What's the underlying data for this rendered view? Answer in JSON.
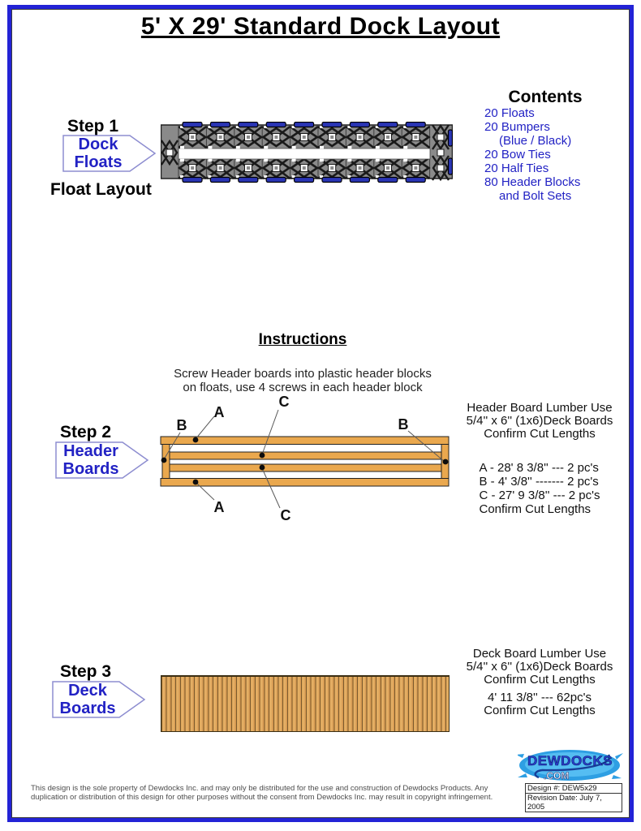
{
  "page": {
    "title": "5' X 29' Standard Dock Layout"
  },
  "contents": {
    "heading": "Contents",
    "items": [
      "20 Floats",
      "20 Bumpers",
      "(Blue / Black)",
      "20 Bow Ties",
      "20 Half Ties",
      "80 Header Blocks",
      "and Bolt Sets"
    ]
  },
  "steps": {
    "step1": {
      "label": "Step 1",
      "tag_line1": "Dock",
      "tag_line2": "Floats",
      "caption": "Float Layout"
    },
    "step2": {
      "label": "Step 2",
      "tag_line1": "Header",
      "tag_line2": "Boards"
    },
    "step3": {
      "label": "Step 3",
      "tag_line1": "Deck",
      "tag_line2": "Boards"
    }
  },
  "instructions": {
    "heading": "Instructions",
    "line1": "Screw Header boards into plastic header blocks",
    "line2": "on floats, use 4 screws in each header block"
  },
  "header_board_notes": {
    "line1": "Header Board Lumber Use",
    "line2": "5/4'' x 6'' (1x6)Deck Boards",
    "line3": "Confirm Cut Lengths",
    "cut_a": "A - 28' 8 3/8'' --- 2 pc's",
    "cut_b": "B - 4' 3/8'' ------- 2 pc's",
    "cut_c": "C - 27' 9 3/8'' --- 2 pc's",
    "confirm": "Confirm Cut Lengths"
  },
  "deck_board_notes": {
    "line1": "Deck Board Lumber Use",
    "line2": "5/4'' x 6'' (1x6)Deck Boards",
    "line3": "Confirm Cut Lengths",
    "cut": "4' 11 3/8'' --- 62pc's",
    "confirm": "Confirm Cut Lengths"
  },
  "diagram_labels": {
    "a": "A",
    "b": "B",
    "c": "C"
  },
  "footer": {
    "legal_line1": "This design is the sole property of Dewdocks Inc. and may only be distributed for the use and construction of Dewdocks Products. Any",
    "legal_line2": "duplication or distribution of this design for other purposes without the consent from Dewdocks Inc. may result in copyright infringement.",
    "logo_text": "DEWDOCKS",
    "logo_sub": ".COM",
    "design_number": "Design #: DEW5x29",
    "revision_date": "Revision Date: July 7, 2005"
  },
  "colors": {
    "accent_blue_text": "#2222c4",
    "page_border_blue": "#2323d6",
    "bumper_blue": "#2a35b5",
    "float_gray": "#8a8a8a",
    "header_wood": "#eaa84e",
    "deck_wood": "#d2934b"
  }
}
